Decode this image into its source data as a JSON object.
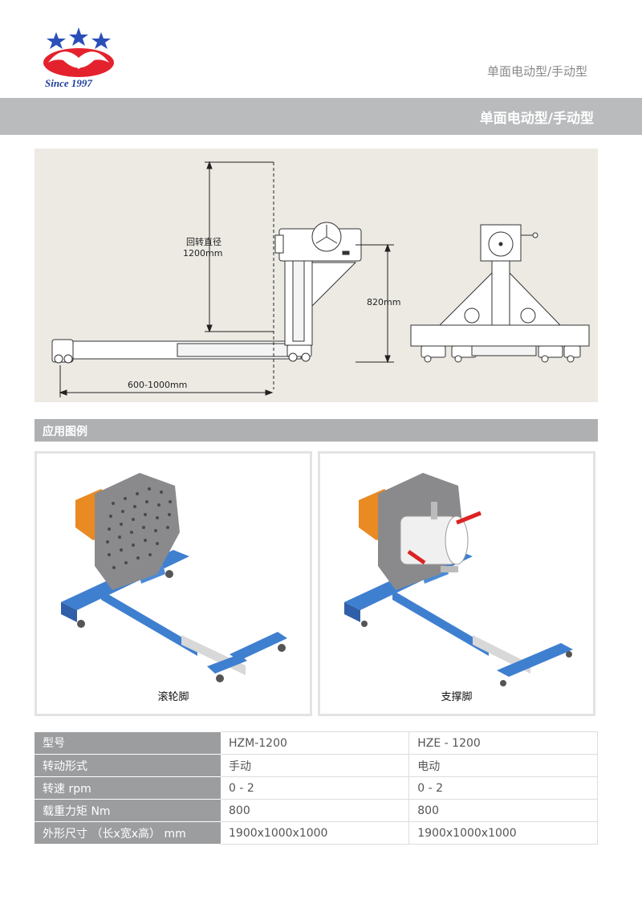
{
  "header": {
    "logo_text": "Since 1997",
    "subtitle": "单面电动型/手动型",
    "title": "单面电动型/手动型"
  },
  "drawing": {
    "dim_diameter_label": "回转直径",
    "dim_diameter_value": "1200mm",
    "dim_height": "820mm",
    "dim_length": "600-1000mm"
  },
  "section": {
    "title": "应用图例"
  },
  "examples": [
    {
      "caption": "滚轮脚"
    },
    {
      "caption": "支撑脚"
    }
  ],
  "specs": {
    "rows": [
      {
        "label": "型号",
        "a": "HZM-1200",
        "b": "HZE - 1200"
      },
      {
        "label": "转动形式",
        "a": "手动",
        "b": "电动"
      },
      {
        "label": "转速 rpm",
        "a": "0 - 2",
        "b": "0  -  2"
      },
      {
        "label": "载重力矩 Nm",
        "a": "800",
        "b": "800"
      },
      {
        "label": "外形尺寸 （长x宽x高） mm",
        "a": "1900x1000x1000",
        "b": "1900x1000x1000"
      }
    ]
  },
  "colors": {
    "brand_red": "#e4222d",
    "brand_blue": "#1d3f9a",
    "frame_blue": "#3f7fd0",
    "motor_orange": "#e98a23"
  }
}
